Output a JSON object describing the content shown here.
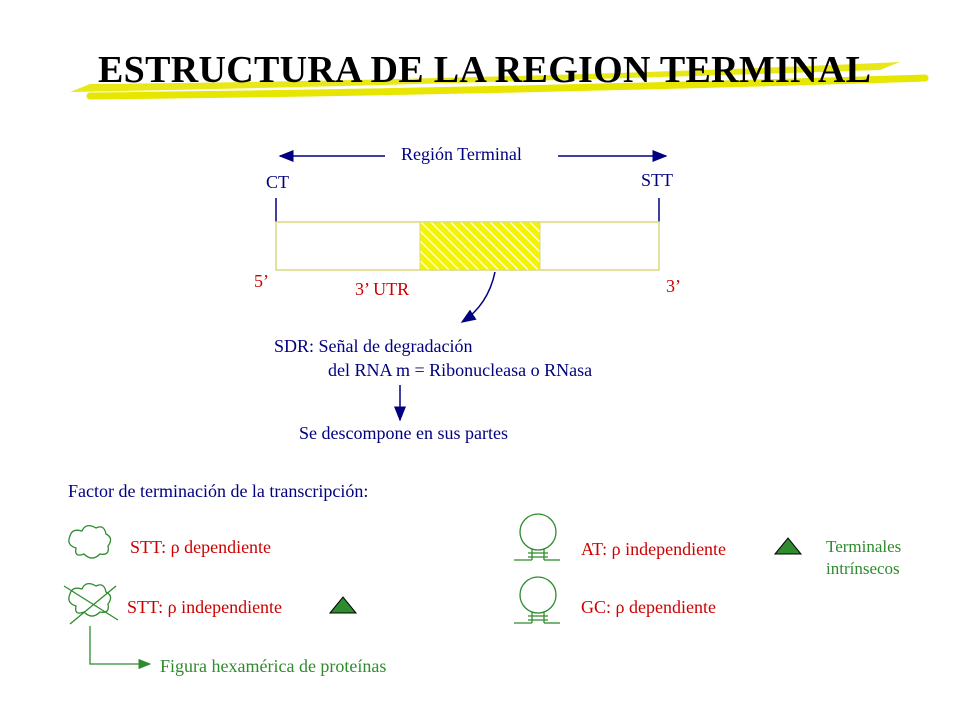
{
  "slide": {
    "title": "ESTRUCTURA DE LA REGION TERMINAL",
    "region_label": "Región Terminal",
    "ct_label": "CT",
    "stt_label": "STT",
    "five_prime": "5’",
    "three_prime": "3’",
    "utr_label": "3’ UTR",
    "sdr_line1": "SDR:  Señal de degradación",
    "sdr_line2": "del RNA m = Ribonucleasa o RNasa",
    "decompose": "Se descompone en sus partes",
    "factor_heading": "Factor de terminación  de la transcripción:",
    "stt_dep": "STT:  ρ dependiente",
    "stt_indep": "STT:  ρ  independiente",
    "at_indep": "AT:  ρ independiente",
    "gc_dep": "GC:  ρ dependiente",
    "terminales": "Terminales intrínsecos",
    "hexamer": "Figura hexamérica  de proteínas"
  },
  "colors": {
    "accent_yellow": "#e6e600",
    "text_blue": "#000080",
    "text_red": "#cc0000",
    "text_green": "#2e8b2e",
    "triangle_green": "#2e8b2e"
  }
}
